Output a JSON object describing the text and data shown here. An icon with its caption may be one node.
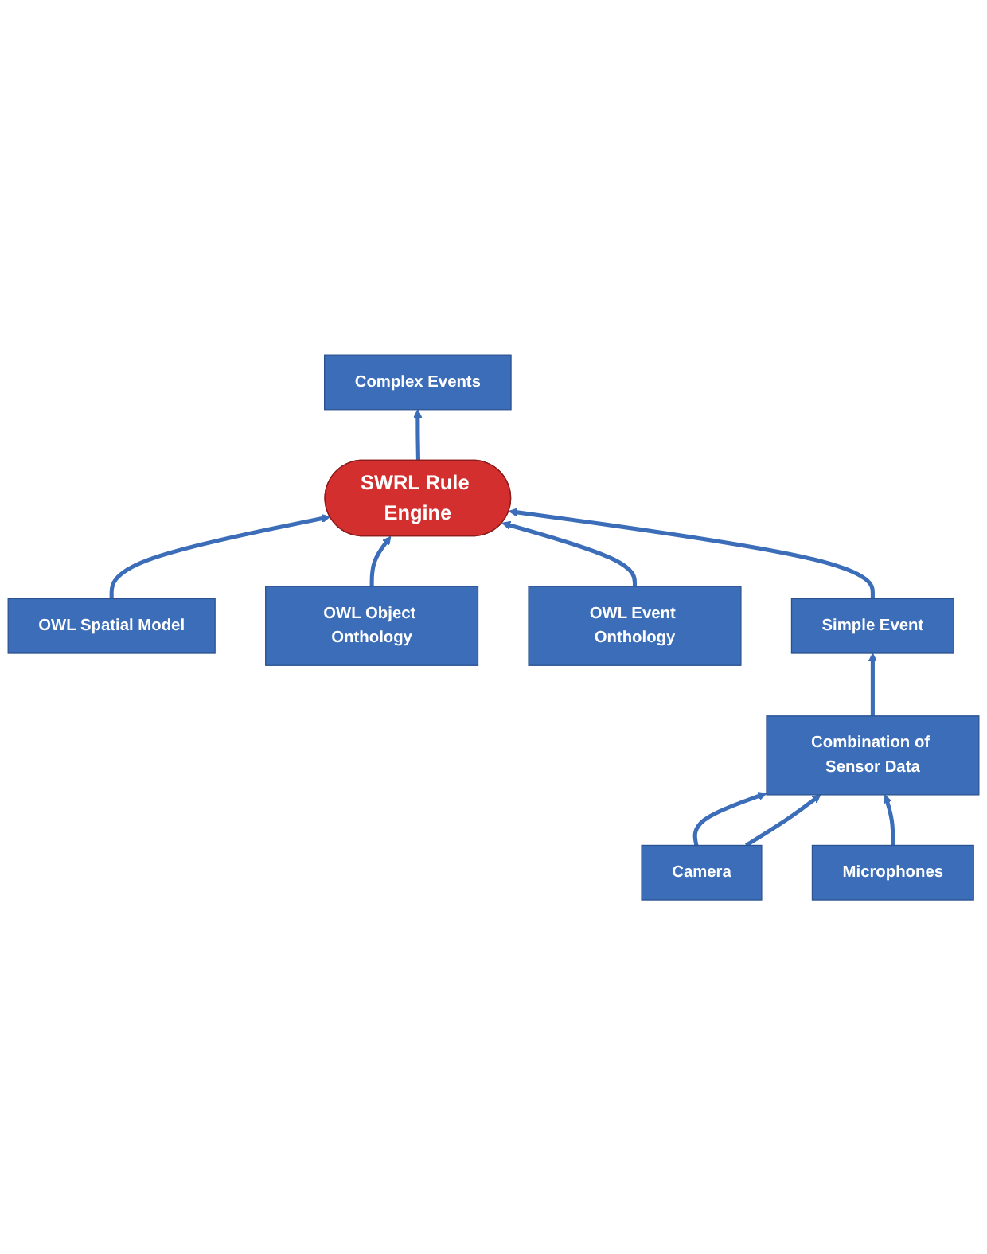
{
  "diagram": {
    "nodes": [
      {
        "text": [
          "Complex Events"
        ]
      },
      {
        "text": [
          "OWL Spatial Model"
        ]
      },
      {
        "text": [
          "OWL Object Onthology"
        ]
      },
      {
        "text": [
          "OWL Event Onthology"
        ]
      },
      {
        "text": [
          "SWRL Rule Engine"
        ]
      },
      {
        "text": [
          "Simple Event"
        ]
      },
      {
        "text": [
          "Combination of Sensor Data"
        ]
      },
      {
        "text": [
          "Camera"
        ]
      },
      {
        "text": [
          "Microphones"
        ]
      }
    ],
    "edges": [
      {
        "from": 1,
        "to": 4,
        "arrow": "to"
      },
      {
        "from": 2,
        "to": 4,
        "arrow": "to"
      },
      {
        "from": 3,
        "to": 4,
        "arrow": "to"
      },
      {
        "from": 4,
        "to": 0,
        "arrow": "to"
      },
      {
        "from": 5,
        "to": 4,
        "arrow": "to"
      },
      {
        "from": 6,
        "to": 5,
        "arrow": "to"
      },
      {
        "from": 7,
        "to": 6,
        "arrow": "to"
      },
      {
        "from": 7,
        "to": 6,
        "arrow": "to"
      },
      {
        "from": 8,
        "to": 6,
        "arrow": "to"
      }
    ]
  }
}
